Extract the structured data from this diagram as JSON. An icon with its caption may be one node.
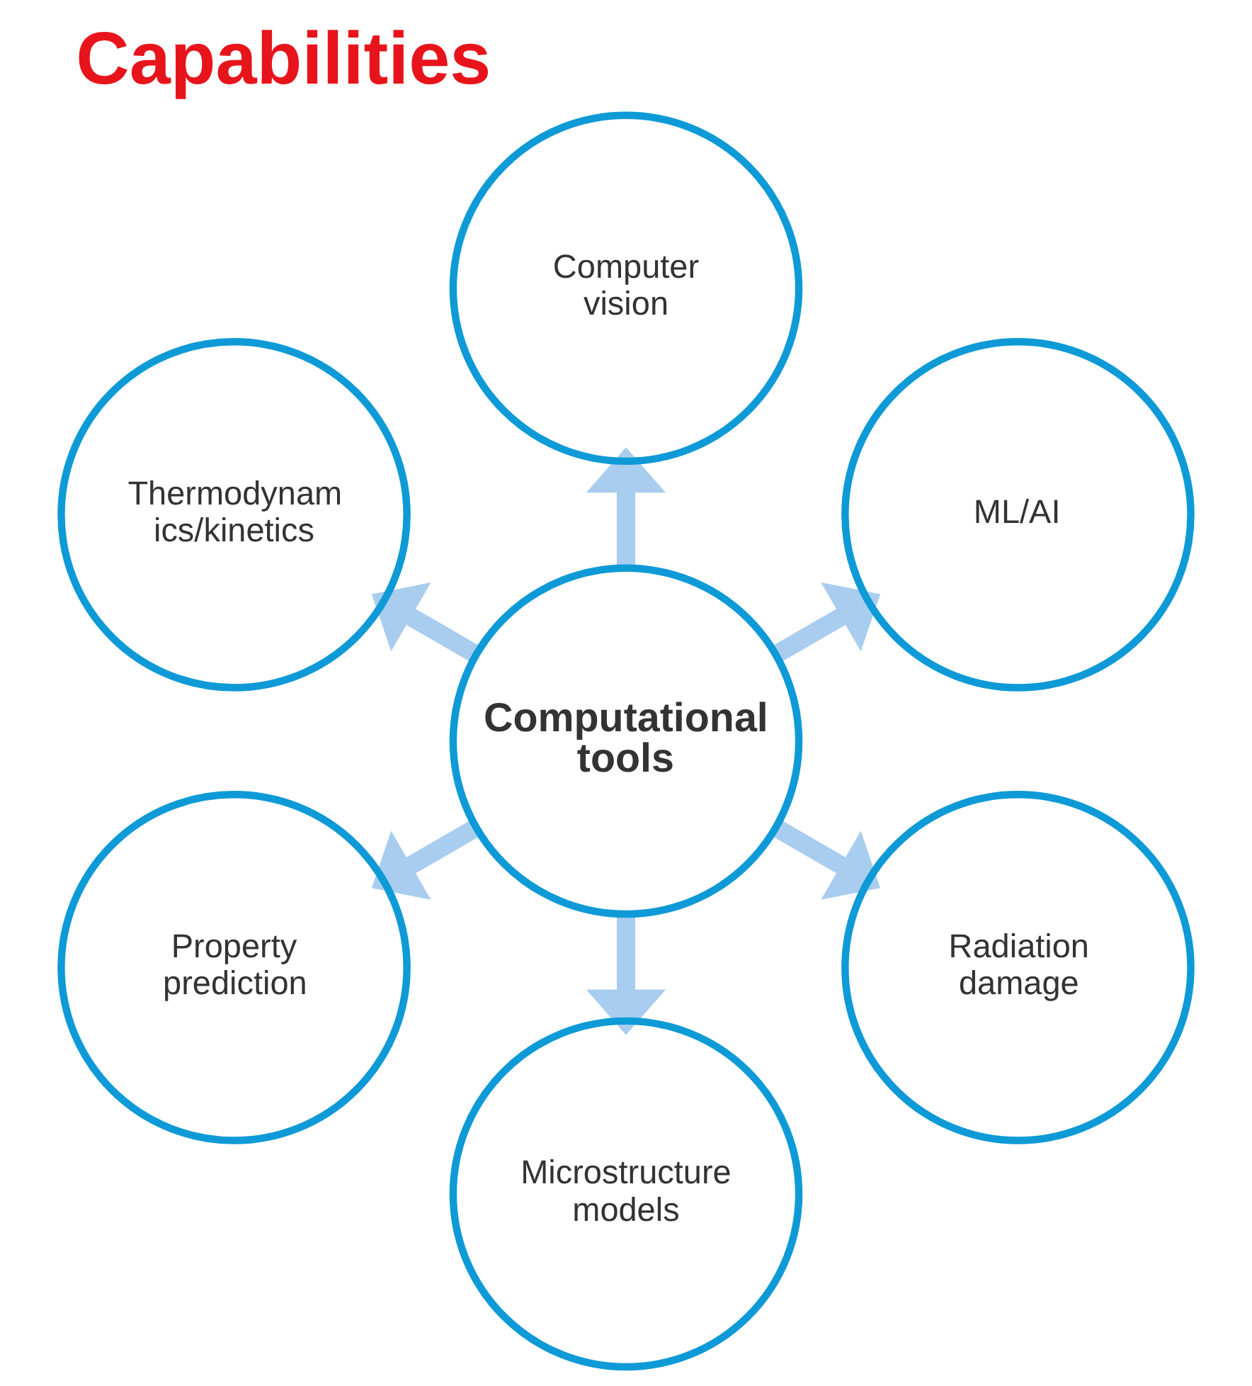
{
  "diagram": {
    "title": "Capabilities",
    "nodes": [
      {
        "text": [
          "ML/AI"
        ]
      },
      {
        "text": [
          "Computer vision"
        ]
      },
      {
        "text": [
          "Thermodynam ics/kinetics"
        ]
      },
      {
        "text": [
          "Computational tools"
        ]
      },
      {
        "text": [
          "Property prediction"
        ]
      },
      {
        "text": [
          "Microstructure models"
        ]
      },
      {
        "text": [
          "Radiation damage"
        ]
      }
    ],
    "edges": [
      {
        "from": 3,
        "to": 0,
        "arrow": "to"
      },
      {
        "from": 3,
        "to": 2,
        "arrow": "to"
      },
      {
        "from": 3,
        "to": 5,
        "arrow": "to"
      },
      {
        "from": 3,
        "to": 6,
        "arrow": "to"
      },
      {
        "from": 3,
        "to": 4,
        "arrow": "to"
      },
      {
        "from": 3,
        "to": 1,
        "arrow": "to"
      }
    ]
  }
}
